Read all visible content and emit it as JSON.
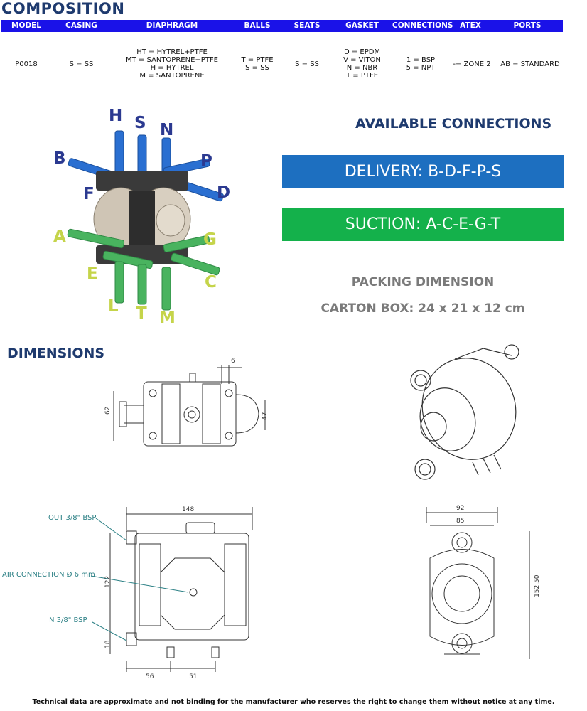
{
  "composition": {
    "title": "COMPOSITION",
    "headers": [
      "MODEL",
      "CASING",
      "DIAPHRAGM",
      "BALLS",
      "SEATS",
      "GASKET",
      "CONNECTIONS",
      "ATEX",
      "PORTS"
    ],
    "values": {
      "model": "P0018",
      "casing": "S = SS",
      "diaphragm": [
        "HT = HYTREL+PTFE",
        "MT = SANTOPRENE+PTFE",
        "H = HYTREL",
        "M = SANTOPRENE"
      ],
      "balls": [
        "T = PTFE",
        "S = SS"
      ],
      "seats": "S = SS",
      "gasket": [
        "D = EPDM",
        "V = VITON",
        "N = NBR",
        "T = PTFE"
      ],
      "connections": [
        "1 = BSP",
        "5 = NPT"
      ],
      "atex": "-= ZONE 2",
      "ports": "AB = STANDARD"
    }
  },
  "pump_labels": {
    "H": "H",
    "S": "S",
    "N": "N",
    "B": "B",
    "P": "P",
    "F": "F",
    "D": "D",
    "A": "A",
    "G": "G",
    "E": "E",
    "C": "C",
    "L": "L",
    "T": "T",
    "M": "M"
  },
  "connections": {
    "title": "AVAILABLE CONNECTIONS",
    "delivery": "DELIVERY: B-D-F-P-S",
    "suction": "SUCTION: A-C-E-G-T"
  },
  "packing": {
    "title": "PACKING DIMENSION",
    "carton": "CARTON BOX: 24 x 21 x 12 cm"
  },
  "dimensions": {
    "title": "DIMENSIONS",
    "top_view": {
      "d6": "6",
      "d62": "62",
      "d47": "47"
    },
    "front_view": {
      "d148": "148",
      "d122": "122",
      "d18": "18",
      "d56": "56",
      "d51": "51",
      "out": "OUT 3/8\" BSP",
      "air": "AIR CONNECTION Ø 6 mm",
      "in": "IN 3/8\" BSP"
    },
    "side_view": {
      "d92": "92",
      "d85": "85",
      "d152": "152,50"
    }
  },
  "footer": "Technical data are approximate and not binding for the manufacturer who reserves the right to change them without notice at any time.",
  "colors": {
    "header_blue": "#1a12e8",
    "delivery_blue": "#1d6fc0",
    "suction_green": "#14b14b",
    "title_navy": "#1e3a6e"
  }
}
